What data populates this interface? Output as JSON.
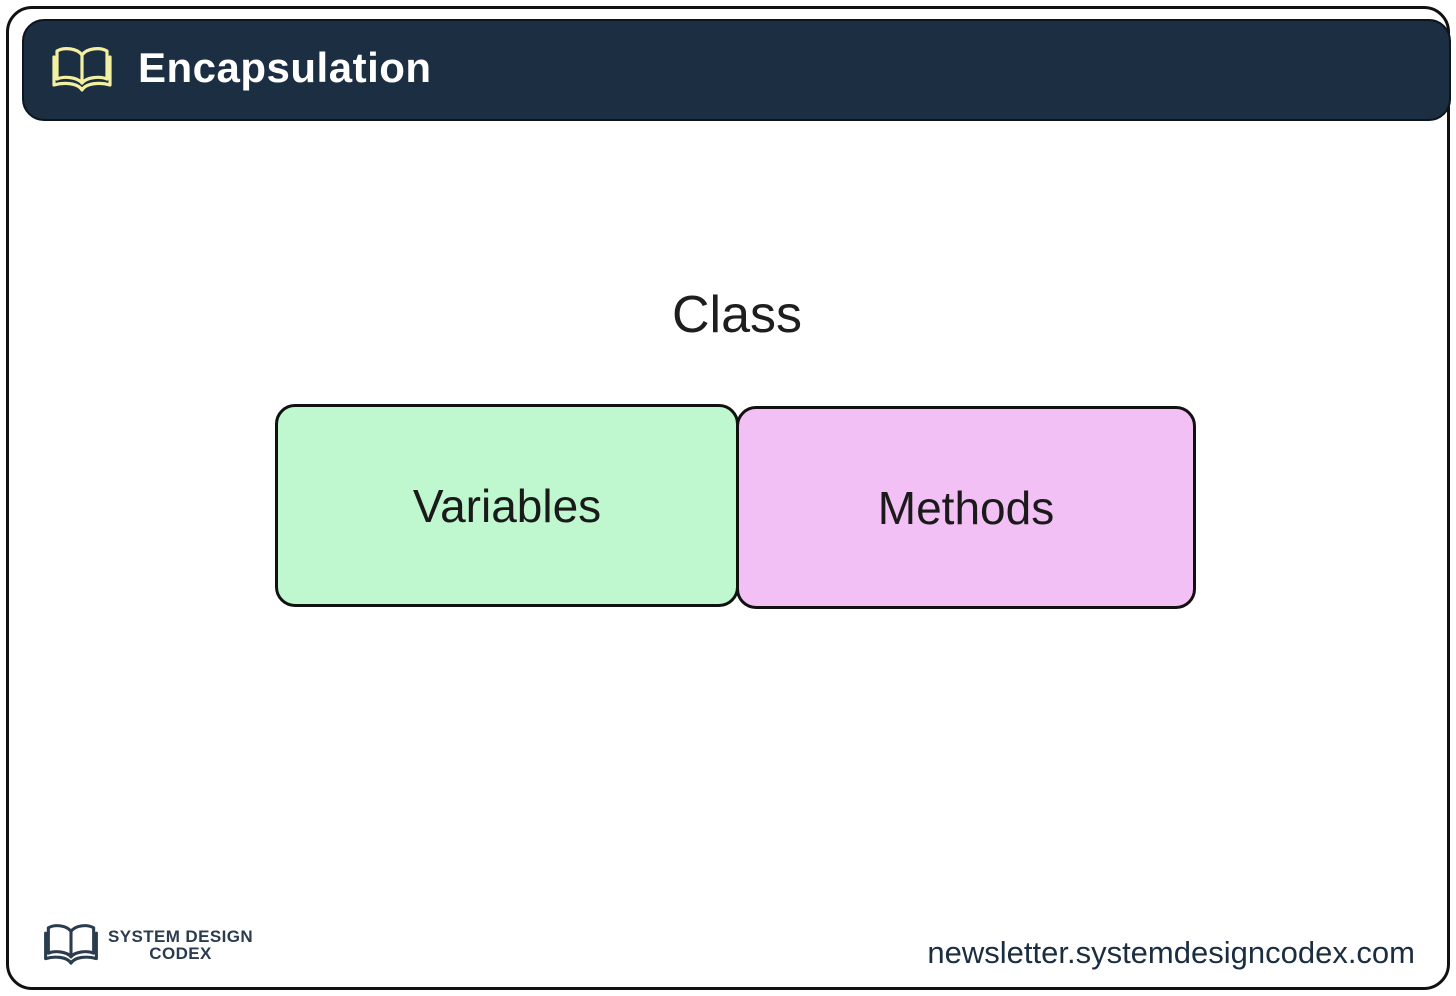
{
  "header": {
    "title": "Encapsulation",
    "icon": "open-book-icon",
    "bg_color": "#1c2e41",
    "icon_color": "#f4f0a1",
    "text_color": "#ffffff"
  },
  "diagram": {
    "class_label": "Class",
    "boxes": [
      {
        "id": "variables",
        "label": "Variables",
        "fill": "#bff7cf"
      },
      {
        "id": "methods",
        "label": "Methods",
        "fill": "#f2c0f4"
      }
    ],
    "border_color": "#111111"
  },
  "footer": {
    "logo_line1": "SYSTEM DESIGN",
    "logo_line2": "CODEX",
    "logo_icon": "open-book-icon",
    "logo_color": "#2b3c4e",
    "url": "newsletter.systemdesigncodex.com",
    "url_color": "#1b2d40"
  }
}
